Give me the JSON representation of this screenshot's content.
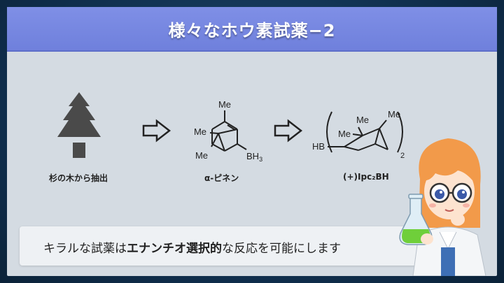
{
  "slide": {
    "title": "様々なホウ素試薬−2",
    "captions": {
      "tree": "杉の木から抽出",
      "pinene": "α-ピネン",
      "product": "(+)Ipc₂BH"
    },
    "labels": {
      "me": "Me",
      "bh3": "BH",
      "bh3_sub": "3",
      "hb": "HB",
      "sub2": "2"
    },
    "message": {
      "part1": "キラルな試薬は",
      "emphasis": "エナンチオ選択的",
      "part2": "な反応を可能にします"
    }
  },
  "colors": {
    "title_bar": "#7f8fe6",
    "panel": "#d4dbe2",
    "tree": "#4a4a4a"
  }
}
